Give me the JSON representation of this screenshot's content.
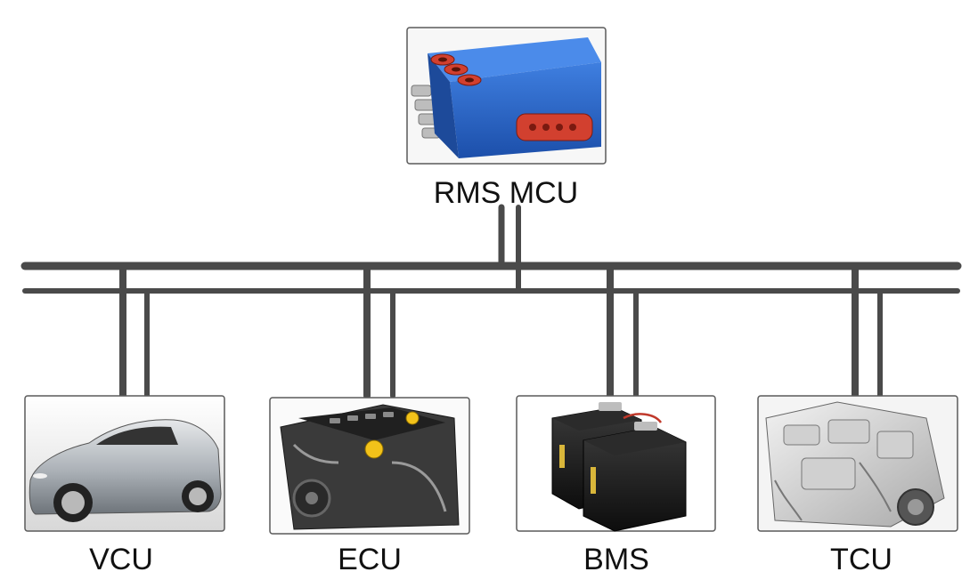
{
  "diagram": {
    "type": "bus-network",
    "bus_color": "#4a4a4a",
    "nodes": {
      "mcu": {
        "label": "RMS MCU",
        "image": "motor-controller"
      },
      "vcu": {
        "label": "VCU",
        "image": "car"
      },
      "ecu": {
        "label": "ECU",
        "image": "engine"
      },
      "bms": {
        "label": "BMS",
        "image": "battery"
      },
      "tcu": {
        "label": "TCU",
        "image": "transmission"
      }
    }
  }
}
